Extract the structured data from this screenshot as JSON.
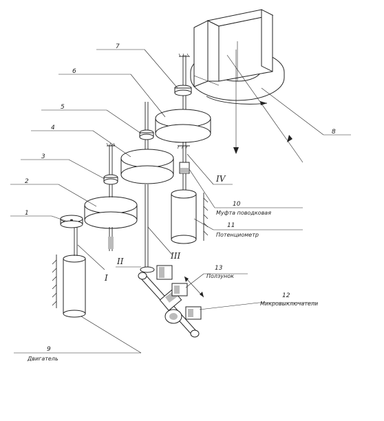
{
  "labels": {
    "l1": {
      "num": "1",
      "text": ""
    },
    "l2": {
      "num": "2",
      "text": ""
    },
    "l3": {
      "num": "3",
      "text": ""
    },
    "l4": {
      "num": "4",
      "text": ""
    },
    "l5": {
      "num": "5",
      "text": ""
    },
    "l6": {
      "num": "6",
      "text": ""
    },
    "l7": {
      "num": "7",
      "text": ""
    },
    "l8": {
      "num": "8",
      "text": ""
    },
    "l9": {
      "num": "9",
      "text": "Двигатель"
    },
    "l10": {
      "num": "10",
      "text": "Муфта поводковая"
    },
    "l11": {
      "num": "11",
      "text": "Потенциометр"
    },
    "l12": {
      "num": "12",
      "text": "Микровыключатели"
    },
    "l13": {
      "num": "13",
      "text": "Ползунок"
    }
  },
  "shafts": {
    "s1": "I",
    "s2": "II",
    "s3": "III",
    "s4": "IV"
  }
}
